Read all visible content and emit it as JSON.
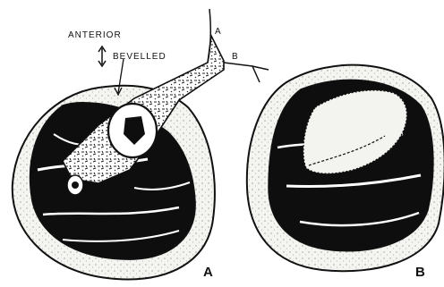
{
  "labels": {
    "anterior": "ANTERIOR",
    "bevelled": "BEVELLED",
    "line_a": "A",
    "line_b": "B"
  },
  "panels": {
    "left": "A",
    "right": "B"
  },
  "colors": {
    "ink": "#111111",
    "fill_light": "#f2f2ee",
    "fill_mid": "#e8e8e2"
  }
}
